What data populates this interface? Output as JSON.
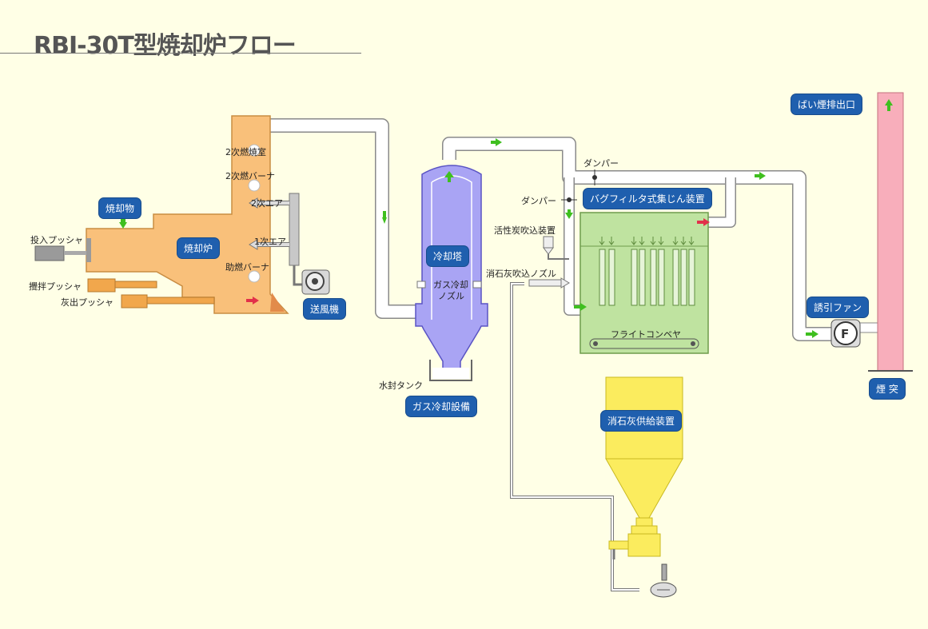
{
  "title": "RBI-30T型焼却炉フロー",
  "badges": {
    "incinerated_material": "焼却物",
    "incinerator": "焼却炉",
    "blower": "送風機",
    "cooling_tower": "冷却塔",
    "gas_cooling_equipment": "ガス冷却設備",
    "bag_filter": "バグフィルタ式集じん装置",
    "slaked_lime_supply": "消石灰供給装置",
    "induced_fan": "誘引ファン",
    "exhaust_outlet": "ばい煙排出口",
    "chimney": "煙 突"
  },
  "labels": {
    "secondary_chamber": "2次燃焼室",
    "secondary_burner": "2次燃バーナ",
    "secondary_air": "2次エア",
    "primary_air": "1次エア",
    "aux_burner": "助燃バーナ",
    "feed_pusher": "投入プッシャ",
    "stir_pusher": "攪拌プッシャ",
    "ash_pusher": "灰出プッシャ",
    "gas_cooling_nozzle_1": "ガス冷却",
    "gas_cooling_nozzle_2": "ノズル",
    "water_seal_tank": "水封タンク",
    "damper_top": "ダンパー",
    "damper_left": "ダンパー",
    "activated_carbon": "活性炭吹込装置",
    "lime_nozzle": "消石灰吹込ノズル",
    "flight_conveyor": "フライトコンベヤ",
    "fan_letter": "F"
  },
  "colors": {
    "background": "#ffffe6",
    "furnace": "#f9c07a",
    "cooling_tower": "#a9a4f4",
    "bag_filter": "#bfe3a0",
    "lime_hopper": "#fbec5e",
    "chimney": "#f8aebb",
    "badge": "#1f5fae",
    "flow_arrow": "#3fbf1f",
    "hot_arrow": "#e2304a"
  }
}
